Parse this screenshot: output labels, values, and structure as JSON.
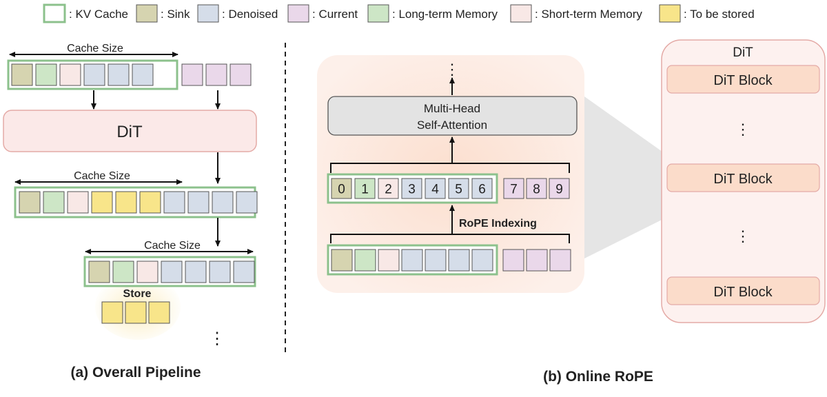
{
  "legend": [
    {
      "key": "kv",
      "label": ": KV Cache",
      "fill": "#ffffff",
      "stroke": "#8cc18c"
    },
    {
      "key": "sink",
      "label": ": Sink",
      "fill": "#d6d4b0",
      "stroke": "#555555"
    },
    {
      "key": "denoised",
      "label": ": Denoised",
      "fill": "#d5dde9",
      "stroke": "#555555"
    },
    {
      "key": "current",
      "label": ": Current",
      "fill": "#ead8ea",
      "stroke": "#555555"
    },
    {
      "key": "long",
      "label": ": Long-term Memory",
      "fill": "#cde6c6",
      "stroke": "#555555"
    },
    {
      "key": "short",
      "label": ": Short-term Memory",
      "fill": "#f8e8e6",
      "stroke": "#555555"
    },
    {
      "key": "stored",
      "label": ": To be stored",
      "fill": "#f8e58a",
      "stroke": "#555555"
    }
  ],
  "colors": {
    "sink": "#d6d4b0",
    "long": "#cde6c6",
    "short": "#f8e8e6",
    "denoised": "#d5dde9",
    "current": "#ead8ea",
    "stored": "#f8e58a",
    "kv_border": "#8cc18c",
    "dit_fill": "#fbe9e8",
    "dit_stroke": "#e4aaa6",
    "block_fill": "#fbdcca",
    "attn_fill": "#e3e3e3",
    "panel_fill": "#fce8df"
  },
  "pipeline": {
    "cache_size_label": "Cache Size",
    "dit_label": "DiT",
    "store_label": "Store",
    "ellipsis": "⋮",
    "caption": "(a) Overall Pipeline",
    "row1": [
      "sink",
      "long",
      "short",
      "denoised",
      "denoised",
      "denoised"
    ],
    "row1_current": [
      "current",
      "current",
      "current"
    ],
    "row2": [
      "sink",
      "long",
      "short",
      "stored",
      "stored",
      "stored",
      "denoised",
      "denoised",
      "denoised",
      "denoised"
    ],
    "row3": [
      "sink",
      "long",
      "short",
      "denoised",
      "denoised",
      "denoised",
      "denoised"
    ],
    "row3_store": [
      "stored",
      "stored",
      "stored"
    ]
  },
  "rope": {
    "ellipsis": "⋮",
    "attention_label": [
      "Multi-Head",
      "Self-Attention"
    ],
    "indexing_label": "RoPE Indexing",
    "caption": "(b) Online RoPE",
    "indexed_kv": [
      {
        "n": "0",
        "c": "sink"
      },
      {
        "n": "1",
        "c": "long"
      },
      {
        "n": "2",
        "c": "short"
      },
      {
        "n": "3",
        "c": "denoised"
      },
      {
        "n": "4",
        "c": "denoised"
      },
      {
        "n": "5",
        "c": "denoised"
      },
      {
        "n": "6",
        "c": "denoised"
      }
    ],
    "indexed_current": [
      {
        "n": "7",
        "c": "current"
      },
      {
        "n": "8",
        "c": "current"
      },
      {
        "n": "9",
        "c": "current"
      }
    ],
    "input_kv": [
      "sink",
      "long",
      "short",
      "denoised",
      "denoised",
      "denoised",
      "denoised"
    ],
    "input_current": [
      "current",
      "current",
      "current"
    ]
  },
  "dit_panel": {
    "title": "DiT",
    "blocks": [
      "DiT Block",
      "DiT Block",
      "DiT Block"
    ],
    "ellipsis": "⋮"
  }
}
